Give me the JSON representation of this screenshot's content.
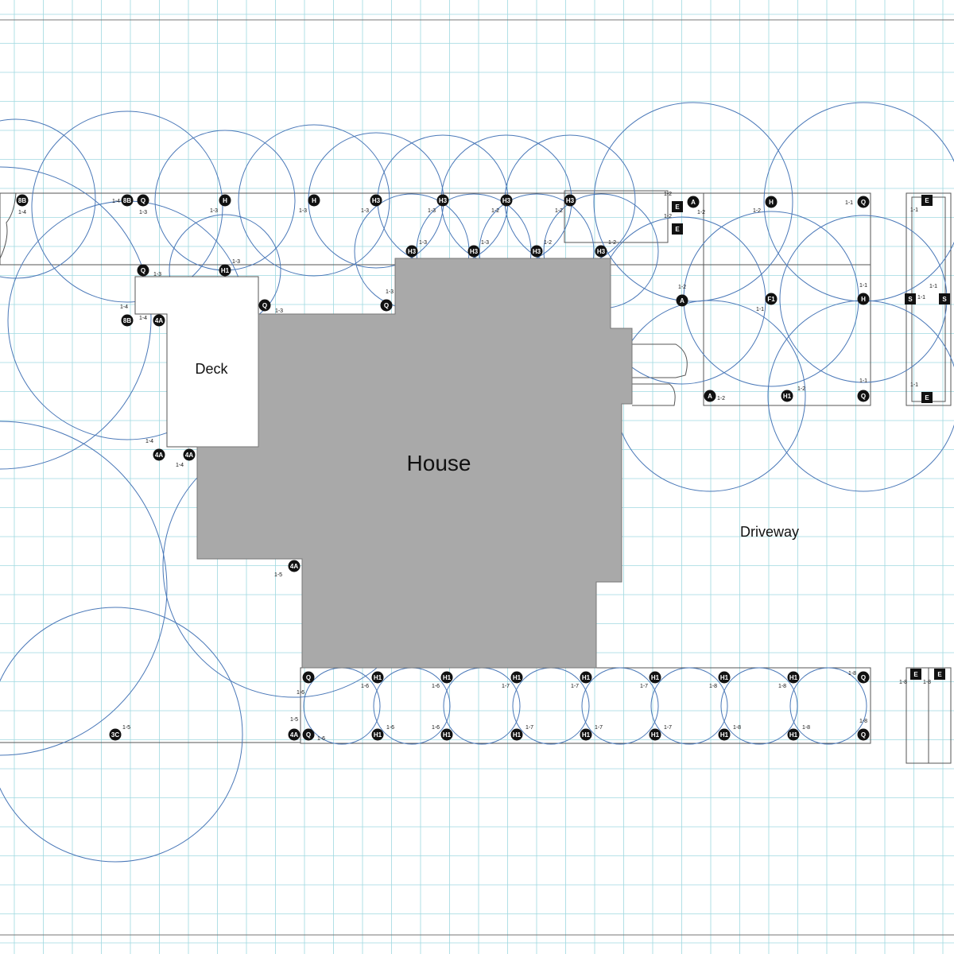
{
  "labels": {
    "house": "House",
    "deck": "Deck",
    "driveway": "Driveway"
  },
  "colors": {
    "grid": "#9fd8e0",
    "spray": "#4a78b8",
    "house": "#a9a9a9",
    "outline": "#555555",
    "head": "#111111"
  },
  "heads": [
    {
      "text": "8B",
      "zone": "1-4"
    },
    {
      "text": "Q",
      "zone": "1-3"
    },
    {
      "text": "8B",
      "zone": "1-4"
    },
    {
      "text": "H",
      "zone": "1-3"
    },
    {
      "text": "H",
      "zone": "1-3"
    },
    {
      "text": "H3",
      "zone": "1-3"
    },
    {
      "text": "H3",
      "zone": "1-3"
    },
    {
      "text": "H3",
      "zone": "1-2"
    },
    {
      "text": "H3",
      "zone": "1-2"
    },
    {
      "text": "H1",
      "zone": "1-3"
    },
    {
      "text": "H3",
      "zone": "1-3"
    },
    {
      "text": "H3",
      "zone": "1-3"
    },
    {
      "text": "H3",
      "zone": "1-2"
    },
    {
      "text": "H3",
      "zone": "1-2"
    },
    {
      "text": "Q",
      "zone": "1-3"
    },
    {
      "text": "8B",
      "zone": "1-4"
    },
    {
      "text": "4A",
      "zone": "1-4"
    },
    {
      "text": "Q",
      "zone": "1-3"
    },
    {
      "text": "Q",
      "zone": "1-3"
    },
    {
      "text": "4A",
      "zone": "1-4"
    },
    {
      "text": "4A",
      "zone": "1-4"
    },
    {
      "text": "4A",
      "zone": "1-5"
    },
    {
      "text": "3C",
      "zone": "1-5"
    },
    {
      "text": "4A",
      "zone": "1-5"
    },
    {
      "text": "A",
      "zone": "1-2"
    },
    {
      "text": "H",
      "zone": "1-2"
    },
    {
      "text": "Q",
      "zone": "1-1"
    },
    {
      "text": "A",
      "zone": "1-2"
    },
    {
      "text": "F1",
      "zone": "1-1"
    },
    {
      "text": "H",
      "zone": "1-1"
    },
    {
      "text": "A",
      "zone": "1-2"
    },
    {
      "text": "H1",
      "zone": "1-2"
    },
    {
      "text": "Q",
      "zone": "1-1"
    },
    {
      "text": "Q",
      "zone": "1-6"
    },
    {
      "text": "H1",
      "zone": "1-6"
    },
    {
      "text": "H1",
      "zone": "1-6"
    },
    {
      "text": "H1",
      "zone": "1-7"
    },
    {
      "text": "H1",
      "zone": "1-7"
    },
    {
      "text": "H1",
      "zone": "1-7"
    },
    {
      "text": "H1",
      "zone": "1-8"
    },
    {
      "text": "H1",
      "zone": "1-8"
    },
    {
      "text": "Q",
      "zone": "1-8"
    },
    {
      "text": "Q",
      "zone": "1-6"
    },
    {
      "text": "H1",
      "zone": "1-6"
    },
    {
      "text": "H1",
      "zone": "1-6"
    },
    {
      "text": "H1",
      "zone": "1-7"
    },
    {
      "text": "H1",
      "zone": "1-7"
    },
    {
      "text": "H1",
      "zone": "1-7"
    },
    {
      "text": "H1",
      "zone": "1-8"
    },
    {
      "text": "H1",
      "zone": "1-8"
    },
    {
      "text": "Q",
      "zone": "1-8"
    }
  ],
  "stripHeads": [
    {
      "text": "E",
      "zone": "1-2"
    },
    {
      "text": "E",
      "zone": "1-2"
    },
    {
      "text": "E",
      "zone": "1-1"
    },
    {
      "text": "S",
      "zone": "1-1"
    },
    {
      "text": "S",
      "zone": "1-1"
    },
    {
      "text": "E",
      "zone": "1-1"
    },
    {
      "text": "E",
      "zone": "1-8"
    },
    {
      "text": "E",
      "zone": "1-8"
    }
  ]
}
